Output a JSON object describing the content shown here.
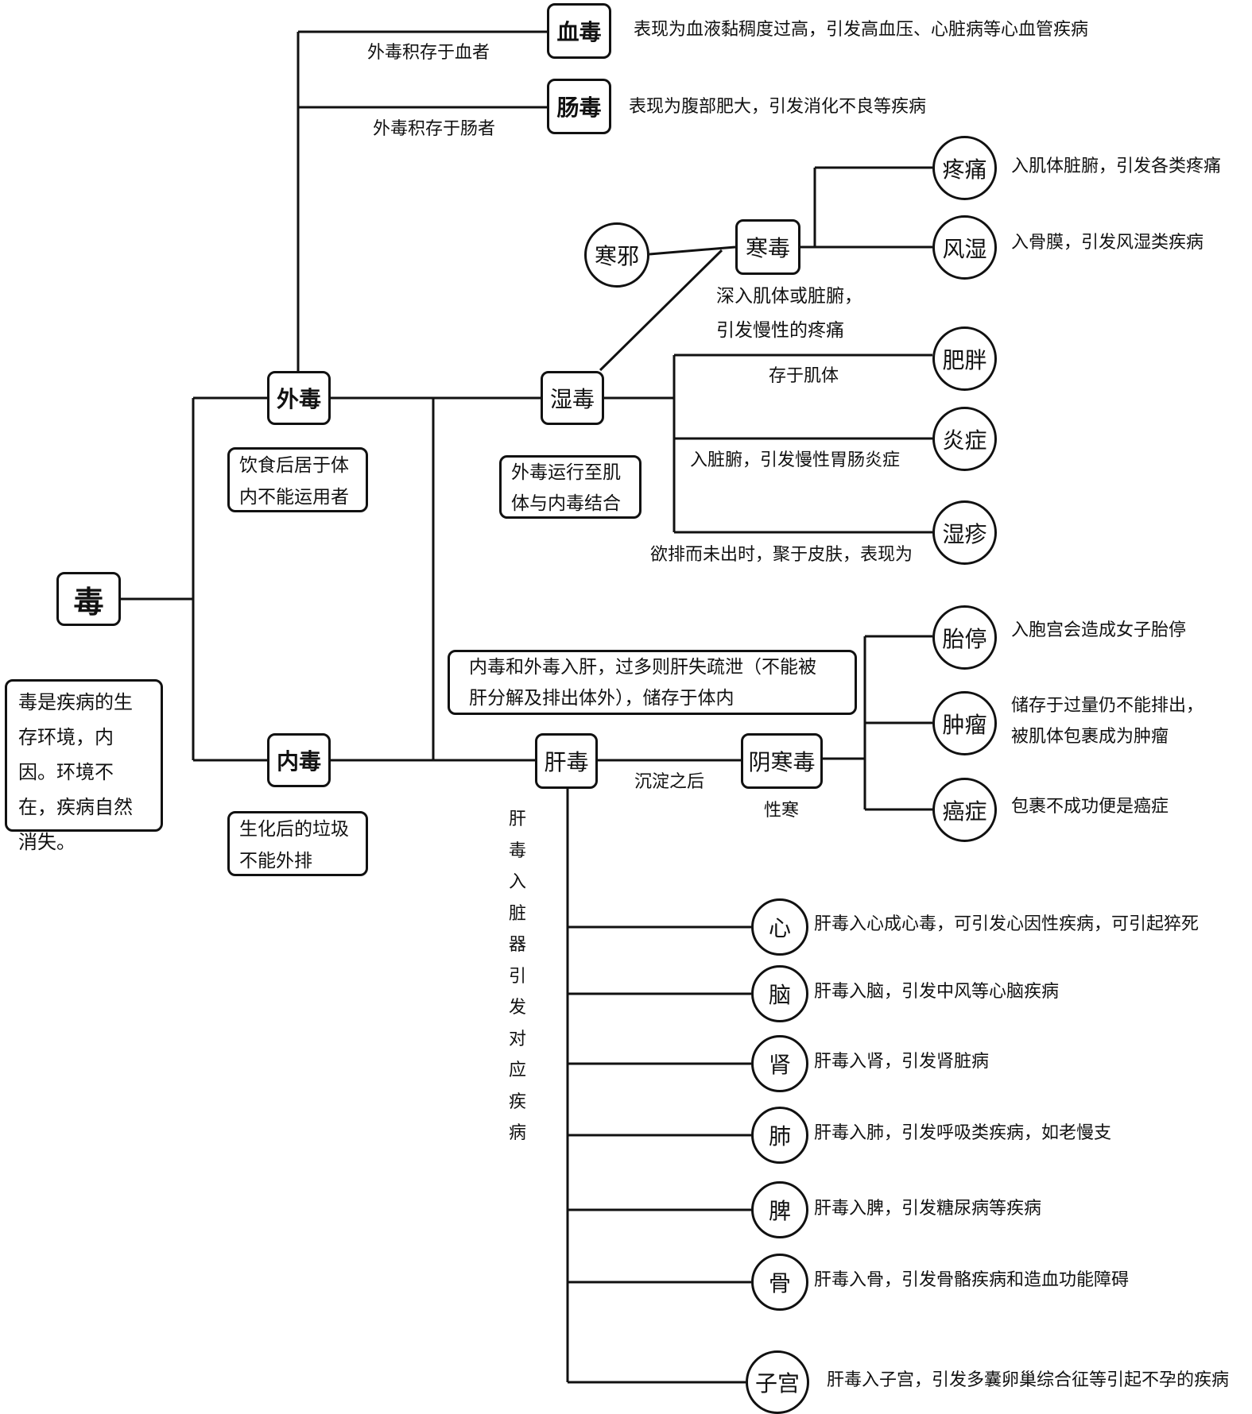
{
  "diagram": {
    "root": {
      "label": "毒"
    },
    "root_note": "毒是疾病的生存环境，内因。环境不在，疾病自然消失。",
    "wai_du": {
      "label": "外毒",
      "note": "饮食后居于体内不能运用者",
      "branches": [
        {
          "label": "血毒",
          "edge_label": "外毒积存于血者",
          "description": "表现为血液黏稠度过高，引发高血压、心脏病等心血管疾病"
        },
        {
          "label": "肠毒",
          "edge_label": "外毒积存于肠者",
          "description": "表现为腹部肥大，引发消化不良等疾病"
        }
      ]
    },
    "nei_du": {
      "label": "内毒",
      "note": "生化后的垃圾不能外排"
    },
    "shi_du": {
      "label": "湿毒",
      "note": "外毒运行至肌体与内毒结合",
      "branches": [
        {
          "label": "肥胖",
          "edge_label": "存于肌体",
          "description": ""
        },
        {
          "label": "炎症",
          "edge_label": "入脏腑，引发慢性胃肠炎症",
          "description": ""
        },
        {
          "label": "湿疹",
          "edge_label": "欲排而未出时，聚于皮肤，表现为",
          "description": ""
        }
      ]
    },
    "han_du": {
      "label": "寒毒",
      "source": "寒邪",
      "edge_label": [
        "深入肌体或脏腑，",
        "引发慢性的疼痛"
      ],
      "branches": [
        {
          "label": "疼痛",
          "description": "入肌体脏腑，引发各类疼痛"
        },
        {
          "label": "风湿",
          "description": "入骨膜，引发风湿类疾病"
        }
      ]
    },
    "gan_du": {
      "label": "肝毒",
      "note": [
        "内毒和外毒入肝，过多则肝失疏泄（不能被",
        "肝分解及排出体外），储存于体内"
      ],
      "vertical_label": "肝毒入脏器引发对应疾病",
      "organs": [
        {
          "label": "心",
          "description": "肝毒入心成心毒，可引发心因性疾病，可引起猝死"
        },
        {
          "label": "脑",
          "description": "肝毒入脑，引发中风等心脑疾病"
        },
        {
          "label": "肾",
          "description": "肝毒入肾，引发肾脏病"
        },
        {
          "label": "肺",
          "description": "肝毒入肺，引发呼吸类疾病，如老慢支"
        },
        {
          "label": "脾",
          "description": "肝毒入脾，引发糖尿病等疾病"
        },
        {
          "label": "骨",
          "description": "肝毒入骨，引发骨骼疾病和造血功能障碍"
        },
        {
          "label": "子宫",
          "description": "肝毒入子宫，引发多囊卵巢综合征等引起不孕的疾病"
        }
      ]
    },
    "yin_han_du": {
      "label": "阴寒毒",
      "edge_label": "沉淀之后",
      "note": "性寒",
      "branches": [
        {
          "label": "胎停",
          "description": [
            "入胞宫会造成女子胎停"
          ]
        },
        {
          "label": "肿瘤",
          "description": [
            "储存于过量仍不能排出，",
            "被肌体包裹成为肿瘤"
          ]
        },
        {
          "label": "癌症",
          "description": [
            "包裹不成功便是癌症"
          ]
        }
      ]
    }
  }
}
